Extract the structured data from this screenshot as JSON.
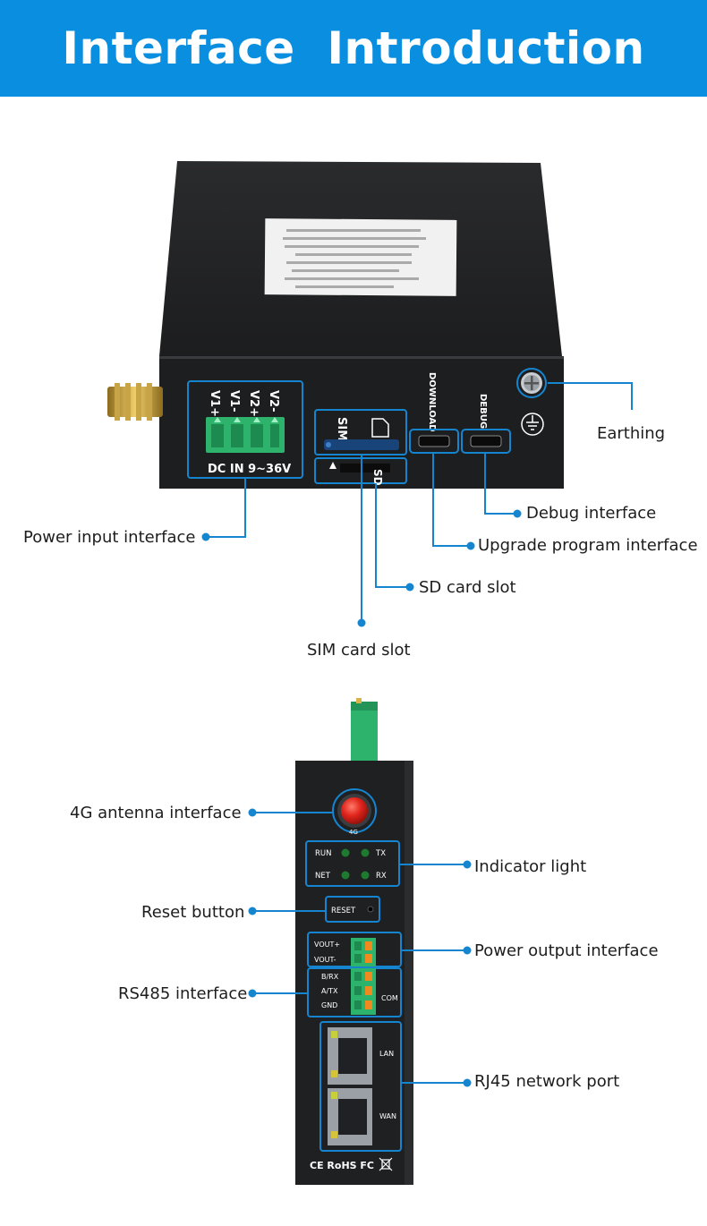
{
  "banner": {
    "title": "Interface  Introduction"
  },
  "device_top": {
    "power_terminal_pins": [
      "V1+",
      "V1-",
      "V2+",
      "V2-"
    ],
    "power_terminal_caption": "DC IN 9~36V",
    "sim_label": "SIM",
    "sd_label": "SD",
    "download_label": "DOWNLOAD",
    "debug_label": "DEBUG"
  },
  "device_front": {
    "leds": [
      "RUN",
      "TX",
      "NET",
      "RX"
    ],
    "reset_label": "RESET",
    "power_out_pins": [
      "VOUT+",
      "VOUT-"
    ],
    "rs485_pins": [
      "B/RX",
      "A/TX",
      "GND"
    ],
    "com_label": "COM",
    "lan_label": "LAN",
    "wan_label": "WAN",
    "antenna_caption": "4G",
    "certifications": "CE RoHS FC"
  },
  "callouts": {
    "earthing": "Earthing",
    "debug_interface": "Debug interface",
    "upgrade_program_interface": "Upgrade program interface",
    "power_input_interface": "Power input interface",
    "sd_card_slot": "SD card slot",
    "sim_card_slot": "SIM card slot",
    "antenna_interface": "4G antenna interface",
    "indicator_light": "Indicator light",
    "reset_button": "Reset button",
    "power_output_interface": "Power output interface",
    "rs485_interface": "RS485 interface",
    "rj45_network_port": "RJ45 network port"
  },
  "colors": {
    "banner": "#0a8fe0",
    "callout_line": "#1685d0",
    "device_body": "#232426",
    "terminal_green": "#2db36b",
    "antenna_red": "#e0241b"
  }
}
